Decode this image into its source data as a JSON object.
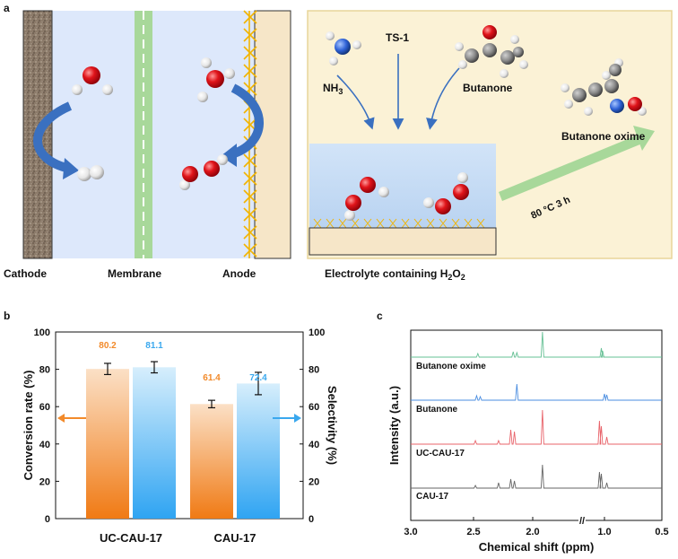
{
  "panel_labels": {
    "a": "a",
    "b": "b",
    "c": "c"
  },
  "panel_a": {
    "left_labels": {
      "cathode": "Cathode",
      "membrane": "Membrane",
      "anode": "Anode"
    },
    "right": {
      "reagent_ts1": "TS-1",
      "reagent_nh3": "NH",
      "reagent_nh3_sub": "3",
      "reagent_butanone": "Butanone",
      "product": "Butanone oxime",
      "condition": "80 °C  3 h",
      "electrolyte_text": "Electrolyte containing H",
      "electrolyte_sub1": "2",
      "electrolyte_o": "O",
      "electrolyte_sub2": "2"
    },
    "colors": {
      "cell_bg": "#dde8fb",
      "membrane": "#a8d89a",
      "anode_plate": "#f6e6c8",
      "anode_wire": "#f2b400",
      "right_bg": "#fbf2d6",
      "right_border": "#e8d59a",
      "arrow_blue": "#3a70c0",
      "oxygen": "#e0141a"
    }
  },
  "chart_data": [
    {
      "type": "bar",
      "categories": [
        "UC-CAU-17",
        "CAU-17"
      ],
      "series": [
        {
          "name": "",
          "values": [
            80.2,
            61.4
          ],
          "errors": [
            3.0,
            2.0
          ],
          "color": "#f28a2a",
          "axis": "left"
        },
        {
          "name": "",
          "values": [
            81.1,
            72.4
          ],
          "errors": [
            3.0,
            6.0
          ],
          "color": "#3aa8ee",
          "axis": "right"
        }
      ],
      "data_labels": [
        "80.2",
        "81.1",
        "61.4",
        "72.4"
      ],
      "ylabel": "Conversion rate (%)",
      "ylabel2": "Selectivity (%)",
      "ylim": [
        0,
        100
      ],
      "yticks": [
        "0",
        "20",
        "40",
        "60",
        "80",
        "100"
      ]
    },
    {
      "type": "line",
      "xlabel": "Chemical shift (ppm)",
      "ylabel": "Intensity (a.u.)",
      "xticks": [
        "3.0",
        "2.5",
        "2.0",
        "1.0",
        "0.5"
      ],
      "axis_break": "//",
      "series": [
        {
          "name": "Butanone oxime",
          "color": "#66c095",
          "peaks": [
            {
              "x": 2.45,
              "h": 4
            },
            {
              "x": 2.16,
              "h": 6
            },
            {
              "x": 2.13,
              "h": 5
            },
            {
              "x": 1.85,
              "h": 28
            },
            {
              "x": 1.05,
              "h": 10
            },
            {
              "x": 1.03,
              "h": 7
            }
          ]
        },
        {
          "name": "Butanone",
          "color": "#4a8de0",
          "peaks": [
            {
              "x": 2.46,
              "h": 5
            },
            {
              "x": 2.43,
              "h": 4
            },
            {
              "x": 2.13,
              "h": 18
            },
            {
              "x": 1.0,
              "h": 7
            },
            {
              "x": 0.98,
              "h": 6
            }
          ]
        },
        {
          "name": "UC-CAU-17",
          "color": "#e8636a",
          "peaks": [
            {
              "x": 2.47,
              "h": 4
            },
            {
              "x": 2.28,
              "h": 4
            },
            {
              "x": 2.18,
              "h": 16
            },
            {
              "x": 2.15,
              "h": 14
            },
            {
              "x": 1.85,
              "h": 38
            },
            {
              "x": 1.08,
              "h": 26
            },
            {
              "x": 1.05,
              "h": 20
            },
            {
              "x": 0.98,
              "h": 8
            }
          ]
        },
        {
          "name": "CAU-17",
          "color": "#666666",
          "peaks": [
            {
              "x": 2.47,
              "h": 3
            },
            {
              "x": 2.28,
              "h": 6
            },
            {
              "x": 2.18,
              "h": 10
            },
            {
              "x": 2.15,
              "h": 8
            },
            {
              "x": 1.85,
              "h": 26
            },
            {
              "x": 1.08,
              "h": 18
            },
            {
              "x": 1.05,
              "h": 16
            },
            {
              "x": 0.98,
              "h": 6
            }
          ]
        }
      ]
    }
  ]
}
